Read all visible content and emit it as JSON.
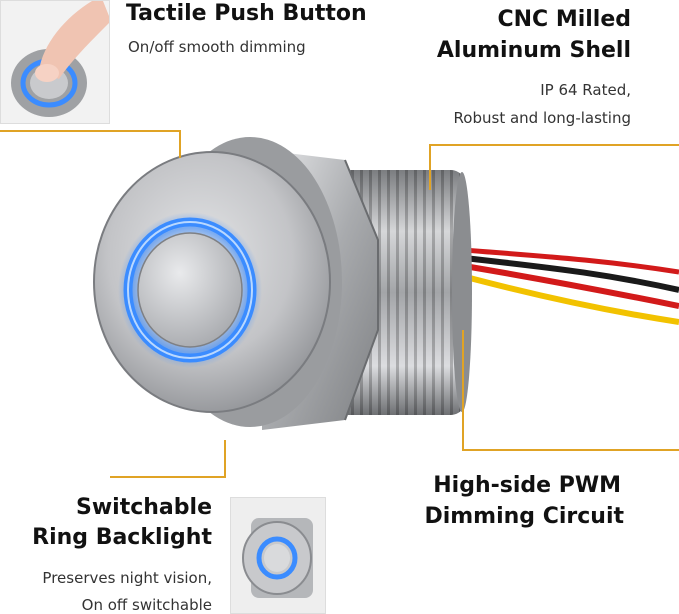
{
  "features": {
    "tactile": {
      "title": "Tactile Push Button",
      "subtitle": "On/off smooth dimming"
    },
    "shell": {
      "title_line1": "CNC Milled",
      "title_line2": "Aluminum Shell",
      "sub_line1": "IP 64 Rated,",
      "sub_line2": "Robust and long-lasting"
    },
    "backlight": {
      "title_line1": "Switchable",
      "title_line2": "Ring Backlight",
      "sub_line1": "Preserves night vision,",
      "sub_line2": "On off switchable"
    },
    "pwm": {
      "title_line1": "High-side PWM",
      "title_line2": "Dimming Circuit"
    }
  },
  "icons": {
    "product": "push-button-switch-icon",
    "finger": "finger-press-icon"
  },
  "colors": {
    "leader_line": "#e0a325",
    "led_ring": "#3b8cff",
    "metal": "#c9c9cb",
    "wire_red": "#d21a1a",
    "wire_yellow": "#f2c200",
    "wire_black": "#1a1a1a"
  }
}
